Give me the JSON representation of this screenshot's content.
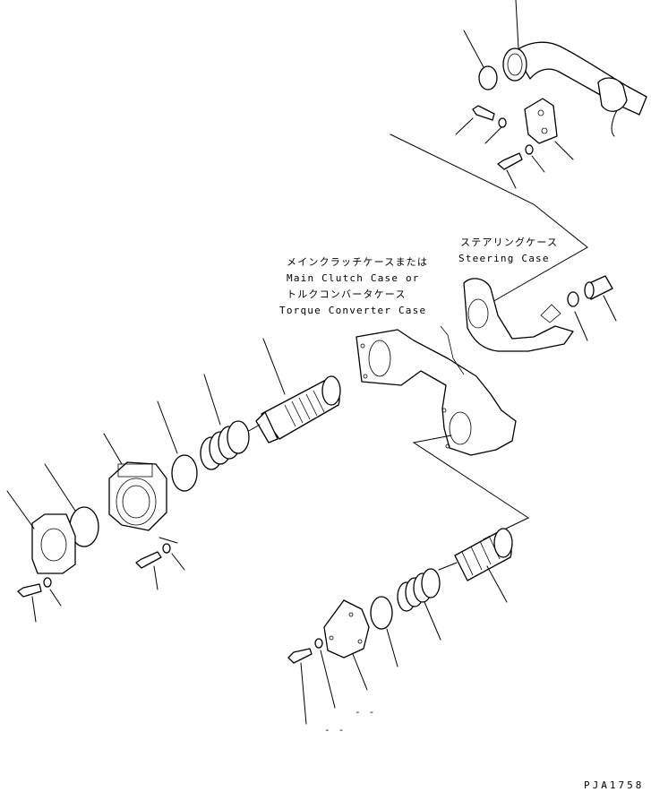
{
  "labels": {
    "steering_jp": "ステアリングケース",
    "steering_en": "Steering Case",
    "clutch_jp": "メインクラッチケースまたは",
    "clutch_en": "Main Clutch Case or",
    "converter_jp": "トルクコンバータケース",
    "converter_en": "Torque Converter Case",
    "dash_upper": "- -",
    "dash_lower": "- -"
  },
  "drawing_code": "PJA1758"
}
